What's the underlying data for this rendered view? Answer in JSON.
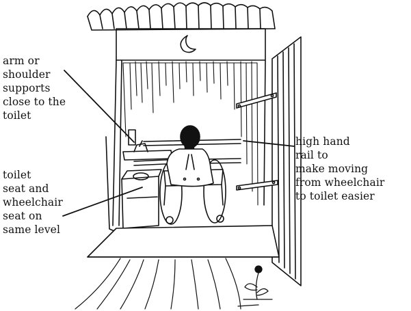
{
  "labels": {
    "arm_support": "arm or\nshoulder\nsupports\nclose to the\ntoilet",
    "same_level": "toilet\nseat and\nwheelchair\nseat on\nsame level",
    "hand_rail": "high hand\nrail to\nmake moving\nfrom wheelchair\nto toilet easier"
  },
  "colors": {
    "ink": "#111111",
    "paper": "#ffffff"
  }
}
